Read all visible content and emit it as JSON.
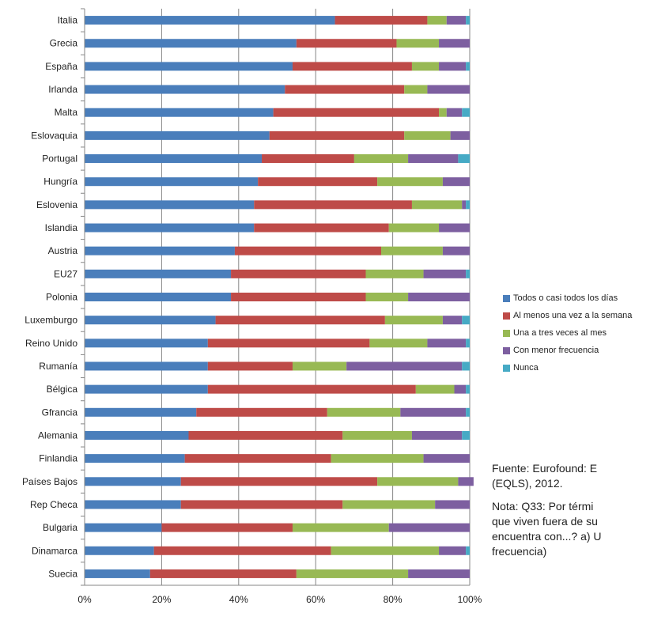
{
  "chart_data": {
    "type": "bar",
    "orientation": "horizontal",
    "stacked": true,
    "categories": [
      "Italia",
      "Grecia",
      "España",
      "Irlanda",
      "Malta",
      "Eslovaquia",
      "Portugal",
      "Hungría",
      "Eslovenia",
      "Islandia",
      "Austria",
      "EU27",
      "Polonia",
      "Luxemburgo",
      "Reino Unido",
      "Rumanía",
      "Bélgica",
      "Gfrancia",
      "Alemania",
      "Finlandia",
      "Países Bajos",
      "Rep Checa",
      "Bulgaria",
      "Dinamarca",
      "Suecia"
    ],
    "series": [
      {
        "name": "Todos o casi todos los días",
        "color": "#4a7ebb",
        "values": [
          65,
          55,
          54,
          52,
          49,
          48,
          46,
          45,
          44,
          44,
          39,
          38,
          38,
          34,
          32,
          32,
          32,
          29,
          27,
          26,
          25,
          25,
          20,
          18,
          17
        ]
      },
      {
        "name": "Al menos una vez a la semana",
        "color": "#be4b48",
        "values": [
          24,
          26,
          31,
          31,
          43,
          35,
          24,
          31,
          41,
          35,
          38,
          35,
          35,
          44,
          42,
          22,
          54,
          34,
          40,
          38,
          51,
          42,
          34,
          46,
          38
        ]
      },
      {
        "name": "Una a tres veces al mes",
        "color": "#98b954",
        "values": [
          5,
          11,
          7,
          6,
          2,
          12,
          14,
          17,
          13,
          13,
          16,
          15,
          11,
          15,
          15,
          14,
          10,
          19,
          18,
          24,
          21,
          24,
          25,
          28,
          29
        ]
      },
      {
        "name": "Con menor frecuencia",
        "color": "#7d5fa0",
        "values": [
          5,
          8,
          7,
          11,
          4,
          5,
          13,
          7,
          1,
          8,
          7,
          11,
          16,
          5,
          10,
          30,
          3,
          17,
          13,
          12,
          4,
          9,
          21,
          7,
          16
        ]
      },
      {
        "name": "Nunca",
        "color": "#46aac5",
        "values": [
          1,
          0,
          1,
          0,
          2,
          0,
          3,
          0,
          1,
          0,
          0,
          1,
          0,
          2,
          1,
          2,
          1,
          1,
          2,
          0,
          0,
          0,
          0,
          1,
          0
        ]
      }
    ],
    "xticks": [
      "0%",
      "20%",
      "40%",
      "60%",
      "80%",
      "100%"
    ],
    "xlim": [
      0,
      100
    ],
    "grid": true,
    "legend_position": "right"
  },
  "notes": {
    "source": "Fuente: Eurofound: E\n(EQLS), 2012.",
    "note": "Nota: Q33: Por térmi\nque viven fuera de su\nencuentra con...? a) U\nfrecuencia)"
  }
}
